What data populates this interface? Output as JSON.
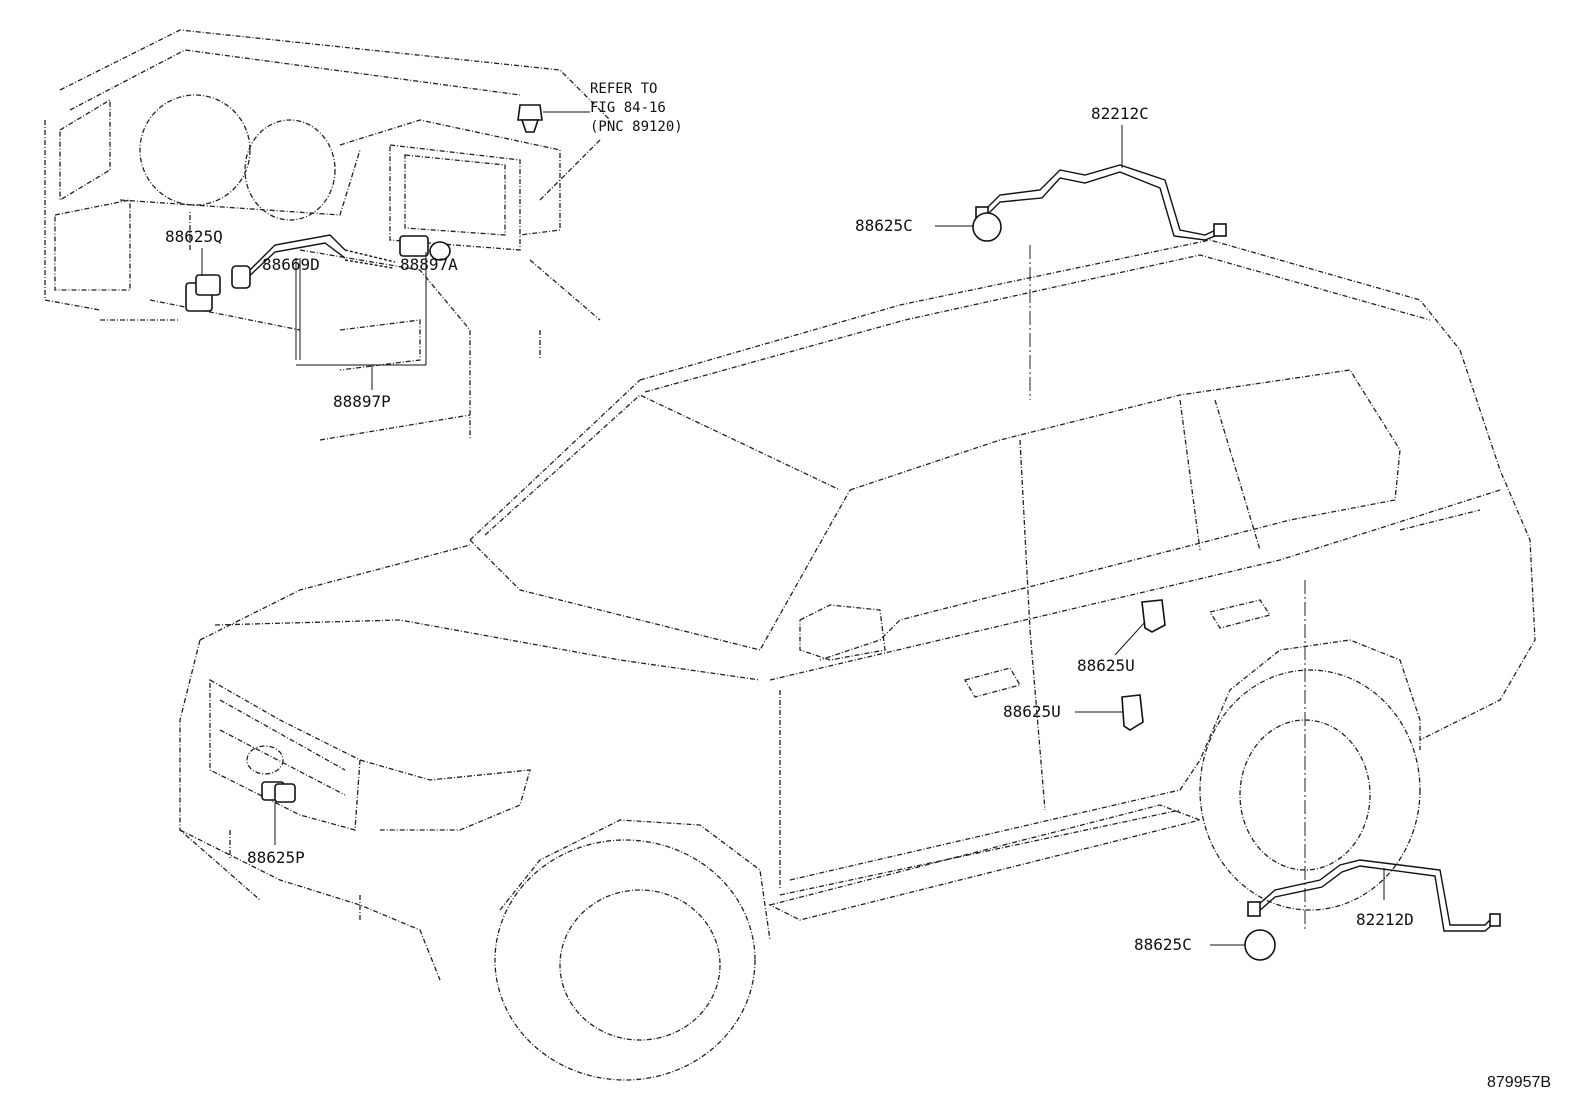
{
  "labels": {
    "l_88625Q": "88625Q",
    "l_88669D": "88669D",
    "l_88897A": "88897A",
    "l_88897P": "88897P",
    "l_82212C": "82212C",
    "l_88625C_top": "88625C",
    "l_88625U_upper": "88625U",
    "l_88625U_lower": "88625U",
    "l_88625P": "88625P",
    "l_82212D": "82212D",
    "l_88625C_bottom": "88625C"
  },
  "reference_note": "REFER TO\nFIG 84-16\n(PNC 89120)",
  "diagram_number": "879957B"
}
